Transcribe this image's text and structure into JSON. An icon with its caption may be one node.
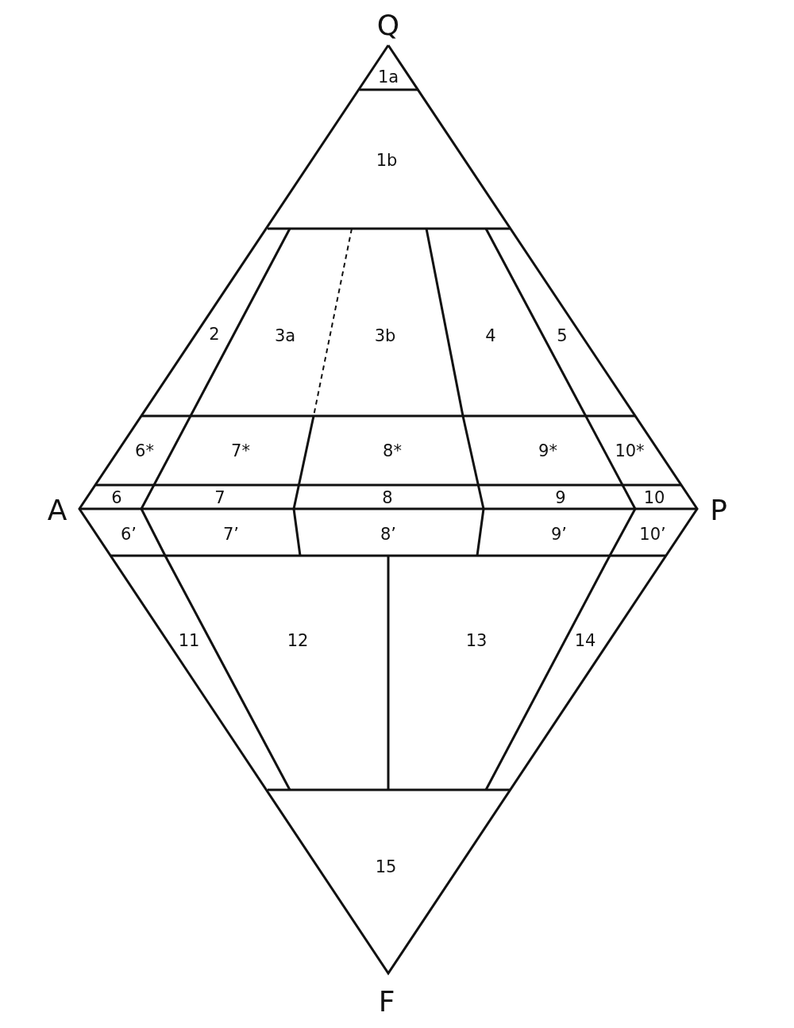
{
  "diagram": {
    "labels": [
      "Q",
      "1a",
      "1b",
      "2",
      "3a",
      "3b",
      "4",
      "5",
      "6*",
      "7*",
      "8*",
      "9*",
      "10*",
      "A",
      "6",
      "7",
      "8",
      "9",
      "10",
      "P",
      "6’",
      "7’",
      "8’",
      "9’",
      "10’",
      "11",
      "12",
      "13",
      "14",
      "15",
      "F"
    ]
  }
}
